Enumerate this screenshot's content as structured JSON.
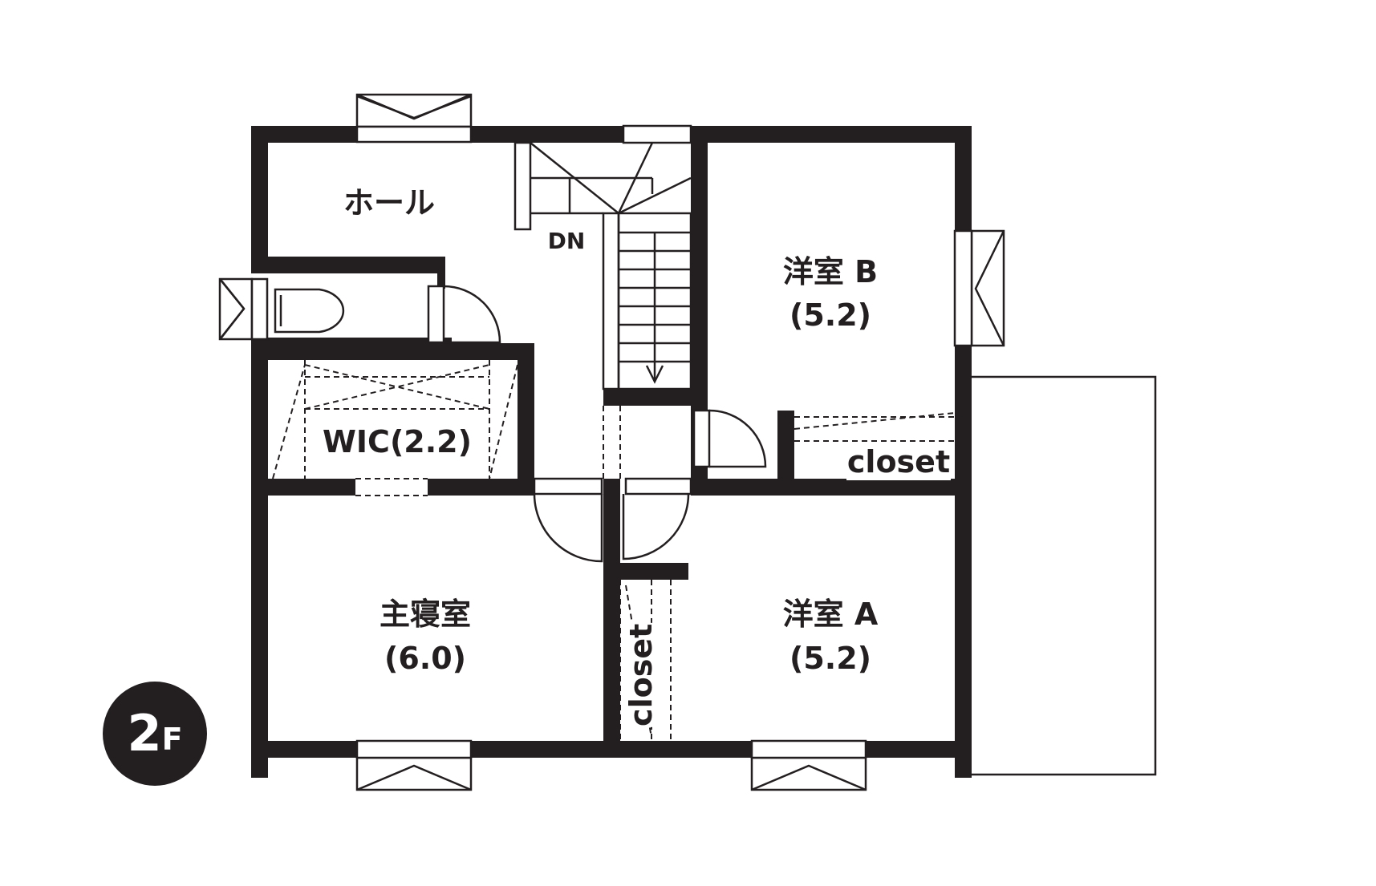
{
  "floor_badge": {
    "number": "2",
    "letter": "F"
  },
  "rooms": {
    "hall": {
      "name": "ホール"
    },
    "stairs": {
      "label": "DN"
    },
    "western_b": {
      "name": "洋室 B",
      "size": "(5.2)"
    },
    "wic": {
      "name": "WIC(2.2)"
    },
    "master_bedroom": {
      "name": "主寝室",
      "size": "(6.0)"
    },
    "western_a": {
      "name": "洋室 A",
      "size": "(5.2)"
    },
    "closet_b": {
      "label": "closet"
    },
    "closet_a": {
      "label": "closet"
    }
  },
  "colors": {
    "wall": "#231f20",
    "background": "#ffffff"
  }
}
